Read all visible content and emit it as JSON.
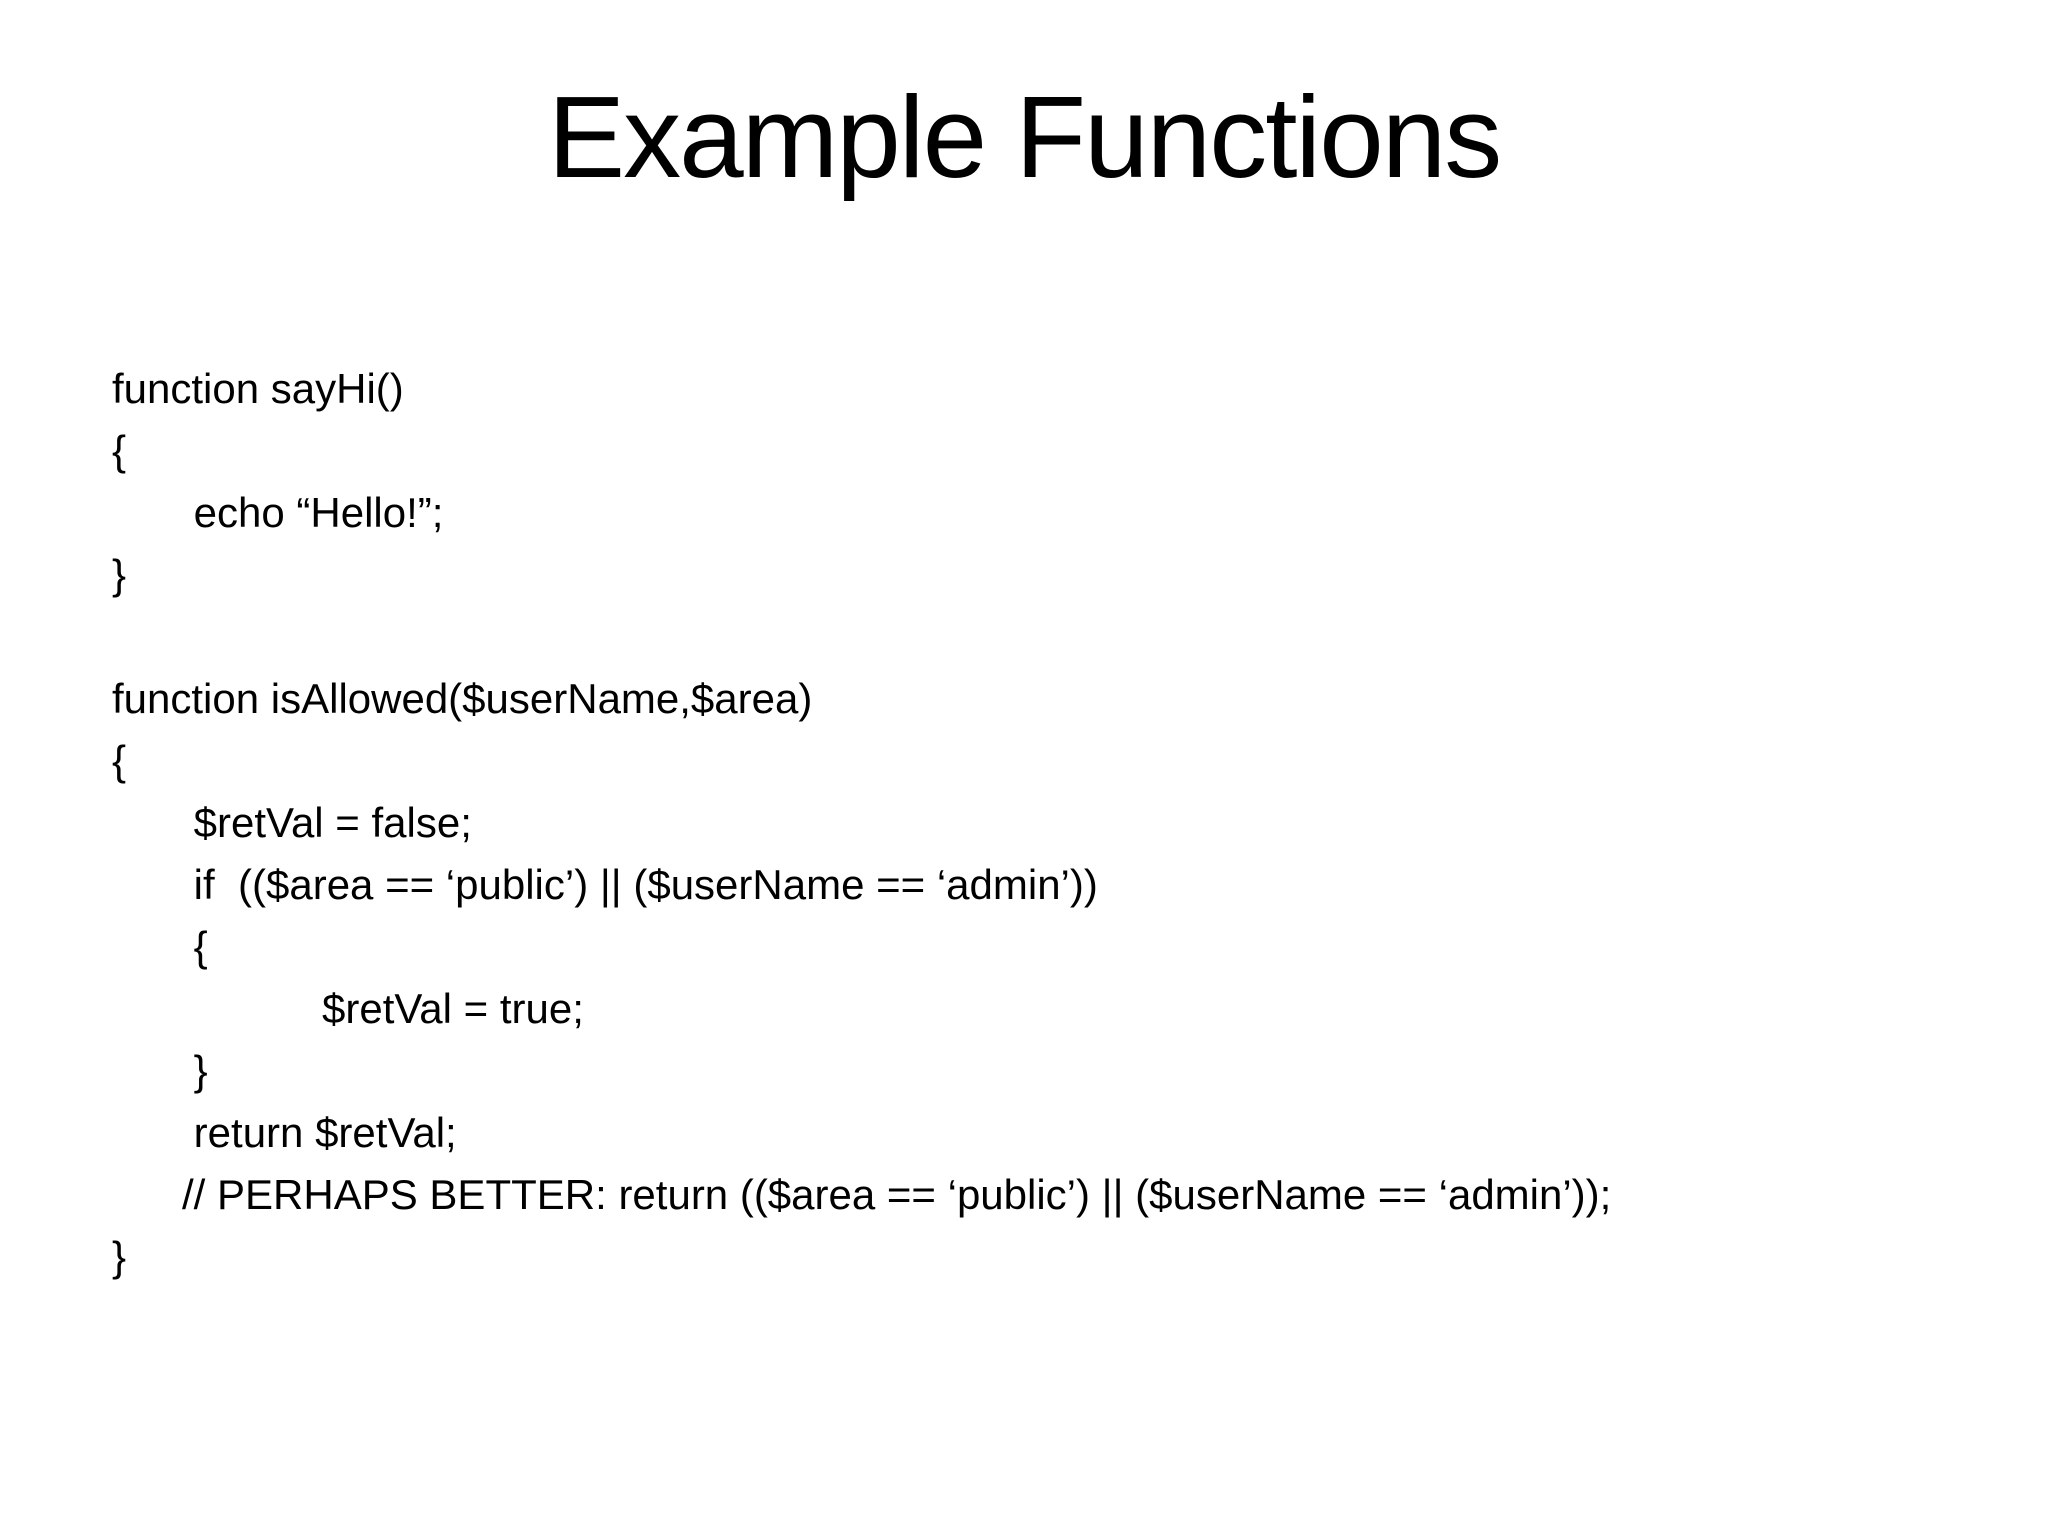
{
  "slide": {
    "title": "Example Functions",
    "colors": {
      "background": "#ffffff",
      "text": "#000000"
    },
    "code_lines": [
      "function sayHi()",
      "{",
      "       echo “Hello!”;",
      "}",
      "",
      "function isAllowed($userName,$area)",
      "{",
      "       $retVal = false;",
      "       if  (($area == ‘public’) || ($userName == ‘admin’))",
      "       {",
      "                  $retVal = true;",
      "       }",
      "       return $retVal;",
      "      // PERHAPS BETTER: return (($area == ‘public’) || ($userName == ‘admin’));",
      "}"
    ]
  }
}
